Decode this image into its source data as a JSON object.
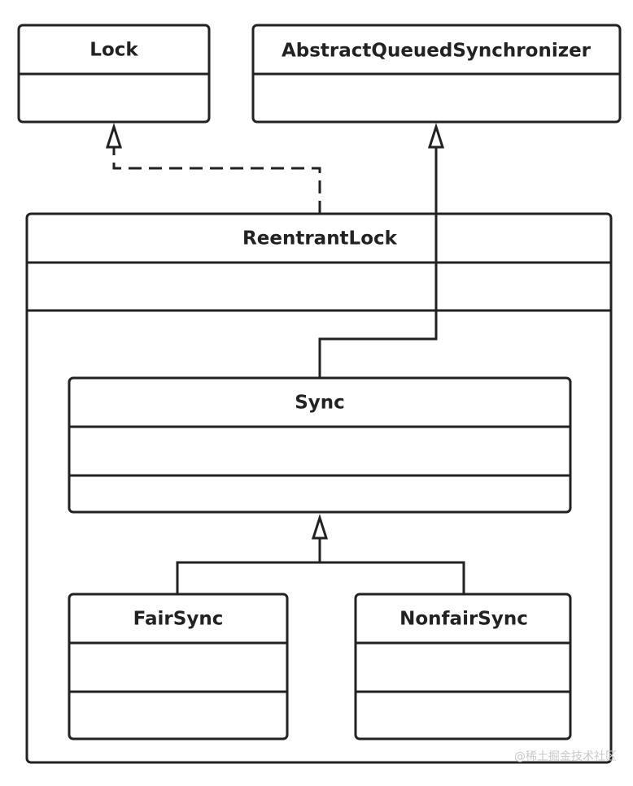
{
  "classes": {
    "lock": "Lock",
    "aqs": "AbstractQueuedSynchronizer",
    "reentrant_lock": "ReentrantLock",
    "sync": "Sync",
    "fair_sync": "FairSync",
    "nonfair_sync": "NonfairSync"
  },
  "watermark": "@稀土掘金技术社区",
  "colors": {
    "stroke": "#222222",
    "background": "#ffffff",
    "watermark": "#c8c8c8"
  }
}
